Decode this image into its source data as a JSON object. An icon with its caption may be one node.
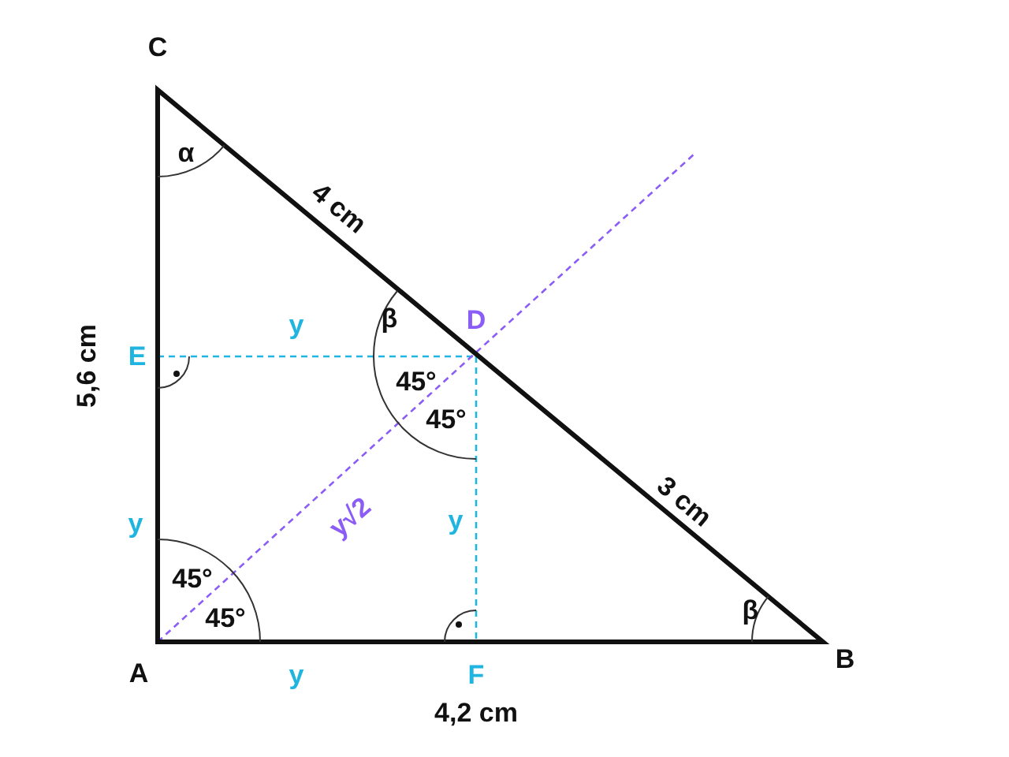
{
  "diagram": {
    "labels": [
      "C",
      "α",
      "4 cm",
      "y",
      "β",
      "D",
      "E",
      "5,6 cm",
      "45°",
      "45°",
      "y",
      "y√2",
      "y",
      "3 cm",
      "45°",
      "45°",
      "β",
      "A",
      "y",
      "F",
      "B",
      "4,2 cm"
    ]
  }
}
